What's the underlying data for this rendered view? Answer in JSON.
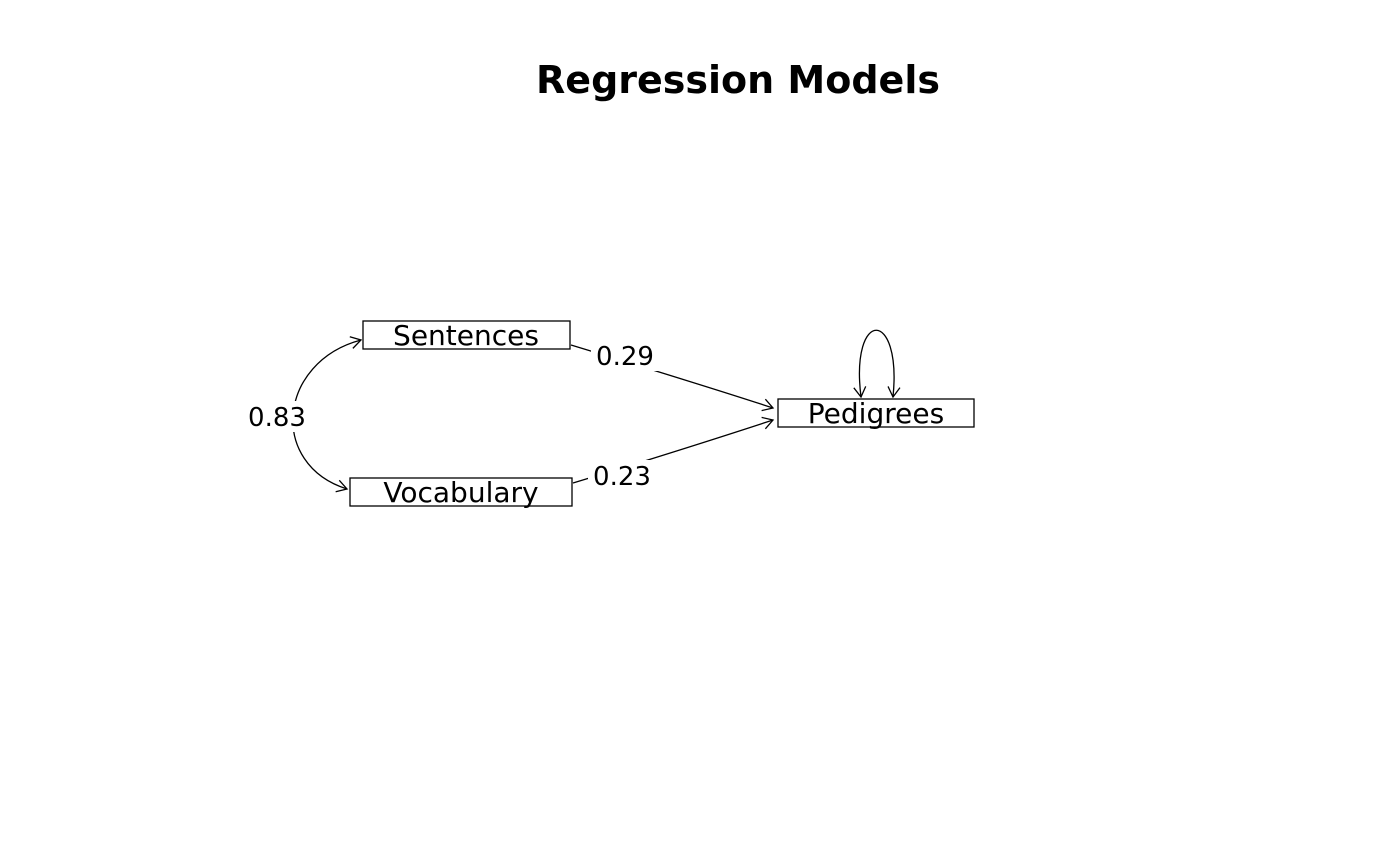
{
  "title": "Regression Models",
  "colors": {
    "stroke": "#000000",
    "background": "#ffffff"
  },
  "diagram": {
    "type": "path-diagram",
    "nodes": [
      {
        "id": "sentences",
        "label": "Sentences",
        "shape": "rectangle"
      },
      {
        "id": "vocabulary",
        "label": "Vocabulary",
        "shape": "rectangle"
      },
      {
        "id": "pedigrees",
        "label": "Pedigrees",
        "shape": "rectangle"
      }
    ],
    "edges": [
      {
        "from": "Sentences",
        "to": "Pedigrees",
        "label": "0.29",
        "type": "regression-arrow"
      },
      {
        "from": "Vocabulary",
        "to": "Pedigrees",
        "label": "0.23",
        "type": "regression-arrow"
      },
      {
        "from": "Sentences",
        "to": "Vocabulary",
        "label": "0.83",
        "type": "covariance-double-arrow"
      },
      {
        "from": "Pedigrees",
        "to": "Pedigrees",
        "label": "",
        "type": "variance-self-loop"
      }
    ]
  }
}
